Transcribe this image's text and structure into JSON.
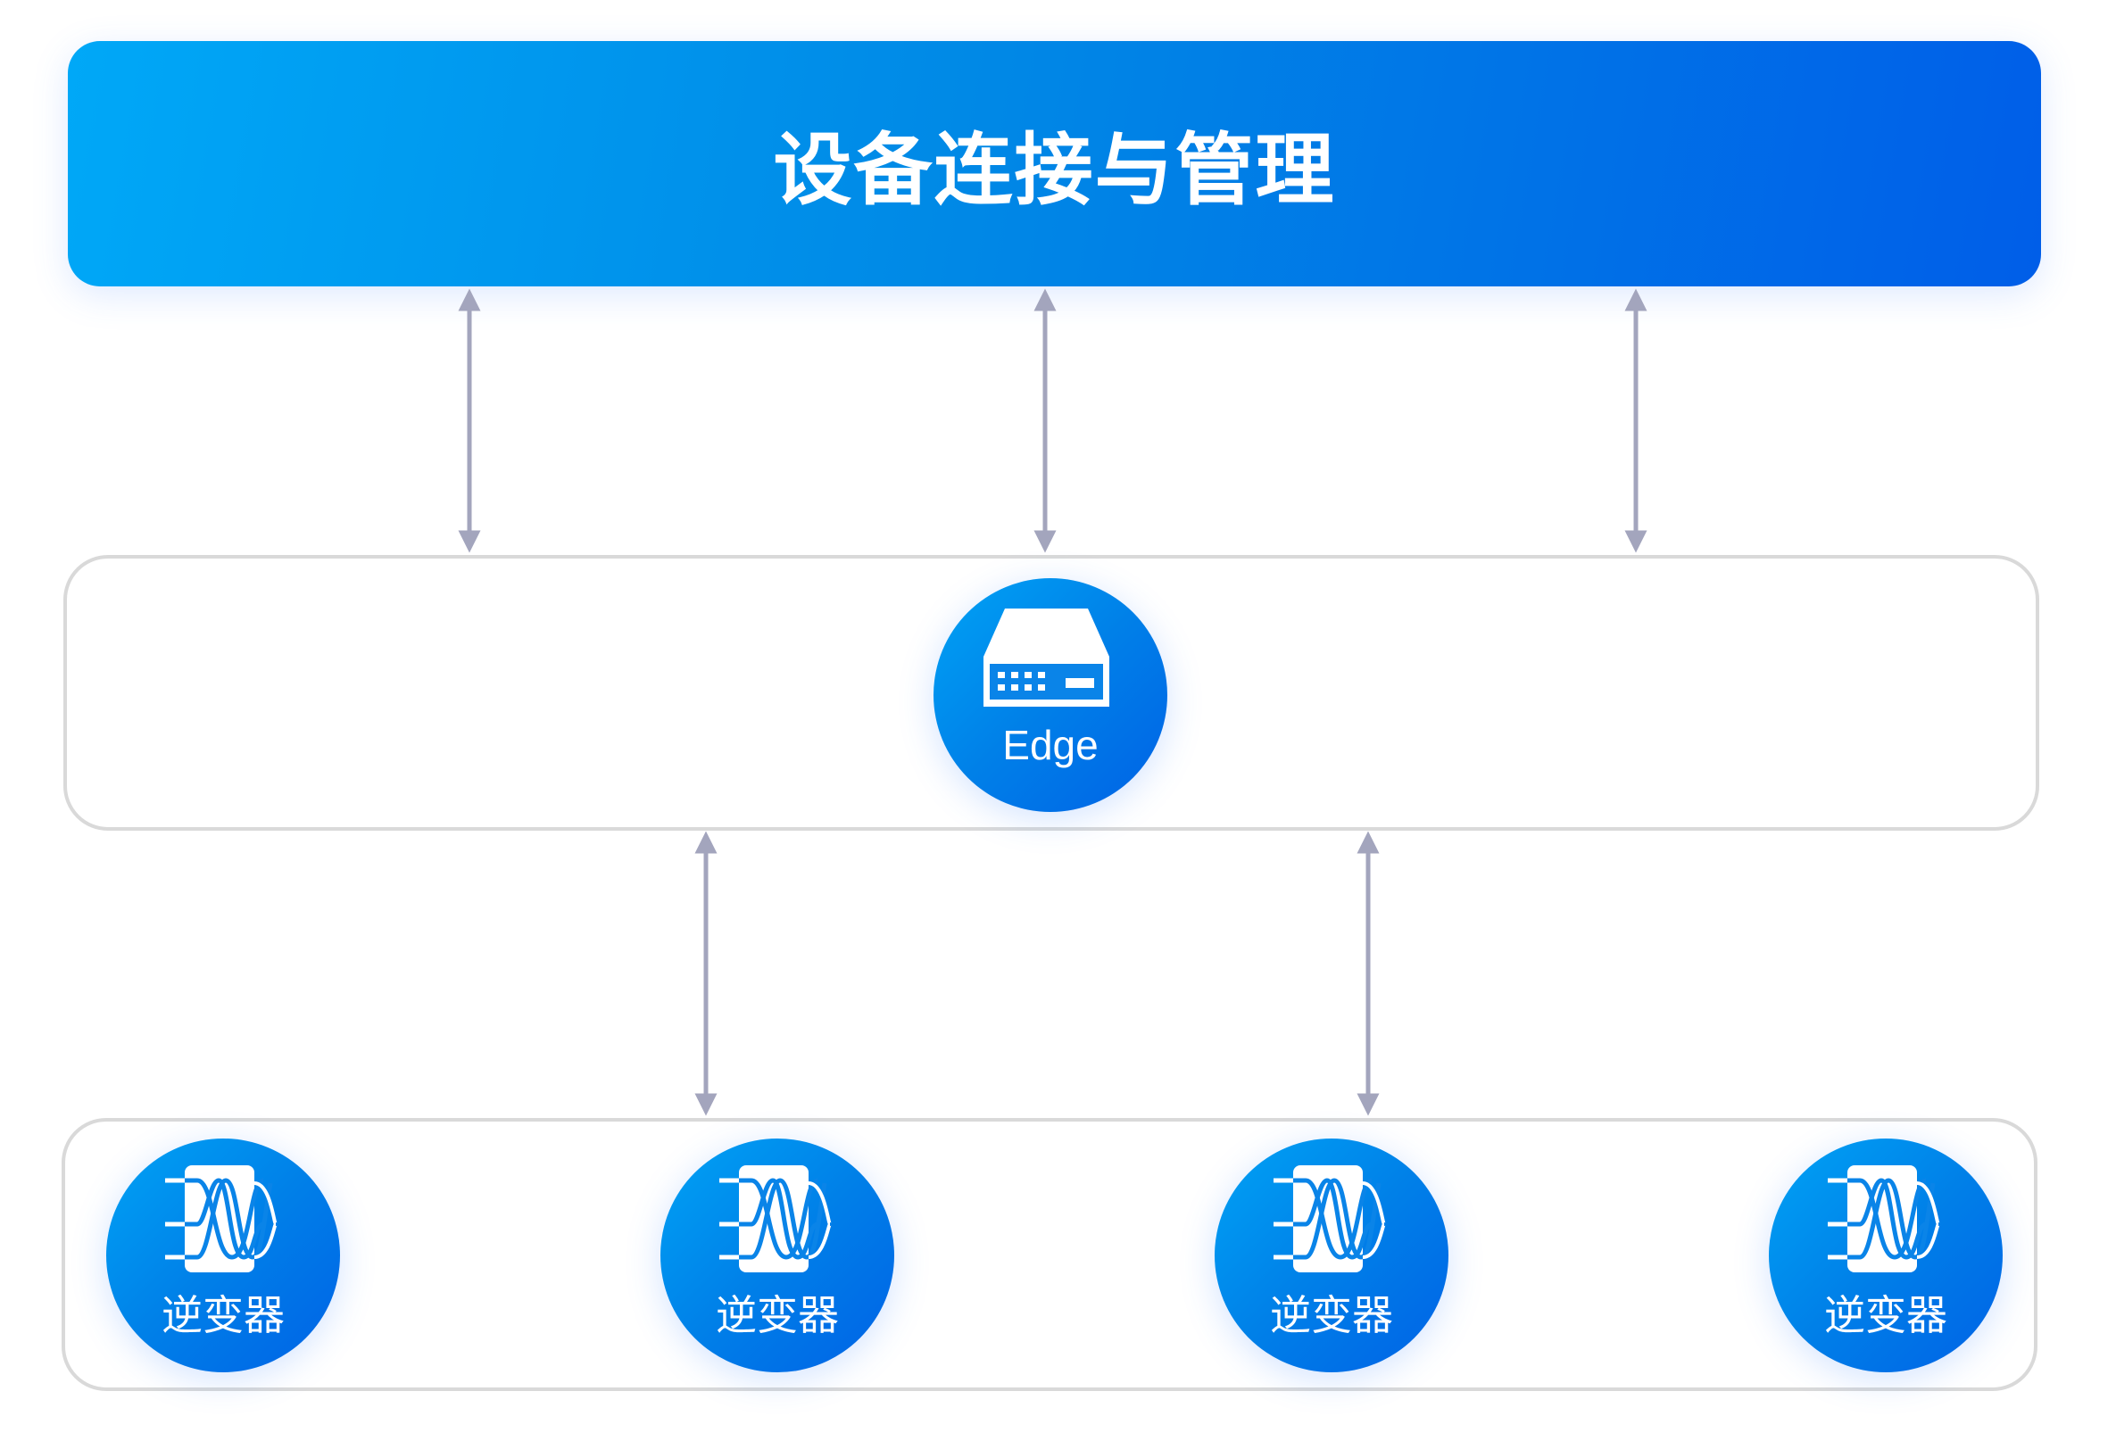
{
  "header": {
    "title": "设备连接与管理"
  },
  "edge_layer": {
    "node": {
      "label": "Edge",
      "icon": "edge-gateway-icon"
    }
  },
  "device_layer": {
    "nodes": [
      {
        "label": "逆变器",
        "icon": "inverter-icon"
      },
      {
        "label": "逆变器",
        "icon": "inverter-icon"
      },
      {
        "label": "逆变器",
        "icon": "inverter-icon"
      },
      {
        "label": "逆变器",
        "icon": "inverter-icon"
      }
    ]
  },
  "colors": {
    "accent_start": "#00a8f7",
    "accent_end": "#005ee8",
    "arrow": "#a3a5bd",
    "border": "#d9d9d9"
  }
}
